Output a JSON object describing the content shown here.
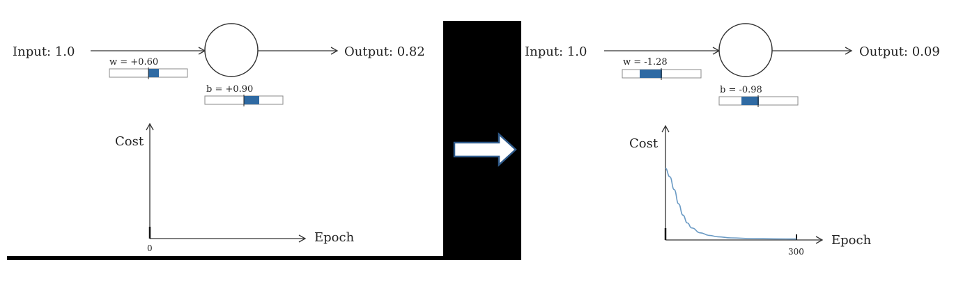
{
  "colors": {
    "background": "#ffffff",
    "divider_black": "#000000",
    "slider_fill": "#2f6aa3",
    "line": "#333333",
    "cost_curve": "#6a9ac4",
    "arrow_fill": "#ffffff",
    "arrow_stroke": "#2f5a8a"
  },
  "icons": {
    "transition": "right-block-arrow-icon",
    "neuron": "neuron-circle-icon"
  },
  "panels": [
    {
      "input_label": "Input: 1.0",
      "output_label": "Output: 0.82",
      "weight": {
        "label": "w = +0.60",
        "value": 0.6
      },
      "bias": {
        "label": "b = +0.90",
        "value": 0.9
      },
      "chart": {
        "ylabel": "Cost",
        "xlabel": "Epoch",
        "x_tick": "0",
        "has_curve": false
      }
    },
    {
      "input_label": "Input: 1.0",
      "output_label": "Output: 0.09",
      "weight": {
        "label": "w = -1.28",
        "value": -1.28
      },
      "bias": {
        "label": "b = -0.98",
        "value": -0.98
      },
      "chart": {
        "ylabel": "Cost",
        "xlabel": "Epoch",
        "x_tick": "300",
        "has_curve": true
      }
    }
  ],
  "chart_data": {
    "type": "line",
    "xlabel": "Epoch",
    "ylabel": "Cost",
    "xlim": [
      0,
      300
    ],
    "x": [
      0,
      10,
      20,
      30,
      40,
      50,
      60,
      80,
      100,
      120,
      150,
      200,
      250,
      300
    ],
    "series": [
      {
        "values": [
          1.0,
          0.88,
          0.7,
          0.5,
          0.34,
          0.23,
          0.16,
          0.09,
          0.055,
          0.035,
          0.02,
          0.01,
          0.006,
          0.004
        ]
      }
    ]
  }
}
